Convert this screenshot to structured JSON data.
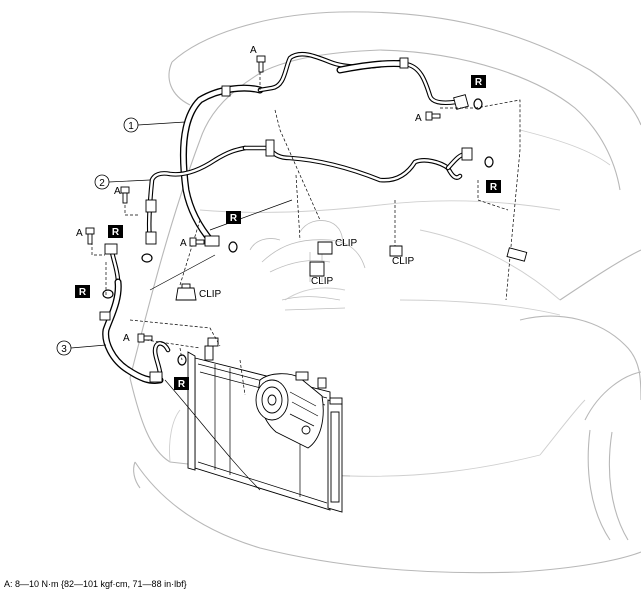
{
  "callouts": {
    "item_1": "1",
    "item_2": "2",
    "item_3": "3"
  },
  "labels": {
    "bolt": "A",
    "replace": "R",
    "clip": "CLIP"
  },
  "note": {
    "torque": "A: 8—10 N·m {82—101 kgf·cm, 71—88 in·lbf}"
  },
  "icons": [
    "bolt-icon",
    "o-ring-icon",
    "clip-icon",
    "compressor-icon",
    "condenser-icon"
  ]
}
